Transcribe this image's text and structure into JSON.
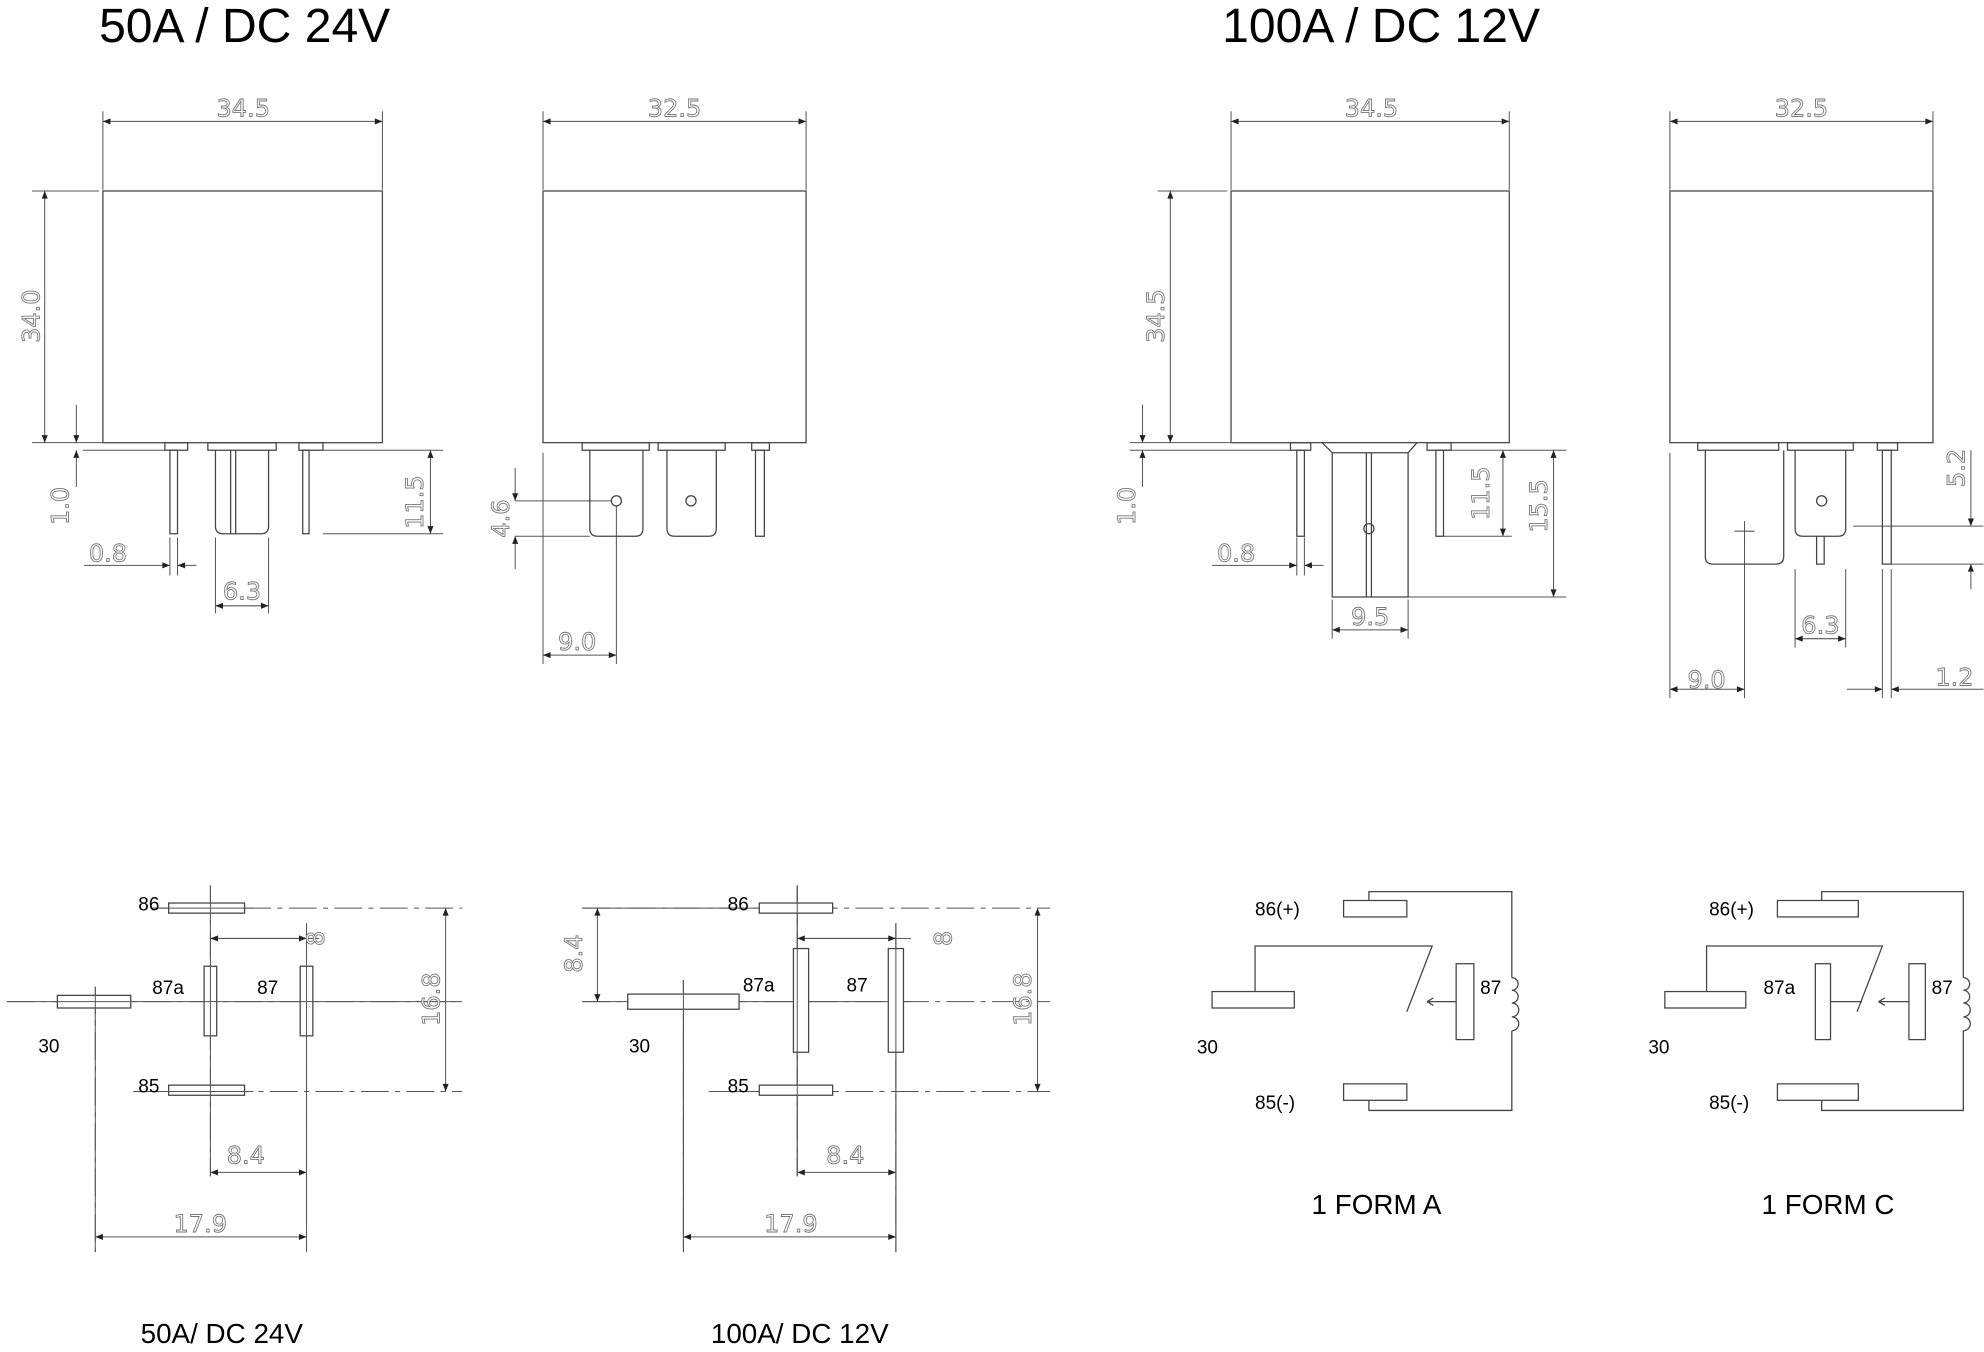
{
  "titles": {
    "left": "50A / DC 24V",
    "right": "100A / DC 12V"
  },
  "view_50a_front": {
    "width": "34.5",
    "height": "34.0",
    "gap": "1.0",
    "pin_len": "11.5",
    "pin_thin": "0.8",
    "pin_wide": "6.3"
  },
  "view_50a_side": {
    "width": "32.5",
    "hole_h": "4.6",
    "hole_x": "9.0"
  },
  "view_100a_front": {
    "width": "34.5",
    "height": "34.5",
    "gap": "1.0",
    "pin_len": "11.5",
    "pin_len_long": "15.5",
    "pin_thin": "0.8",
    "pin_wide": "9.5"
  },
  "view_100a_side": {
    "width": "32.5",
    "hole_h": "5.2",
    "pin_wide": "6.3",
    "hole_x": "9.0",
    "pin_thin": "1.2"
  },
  "footprint_50a": {
    "p86": "86",
    "p85": "85",
    "p87a": "87a",
    "p87": "87",
    "p30": "30",
    "pitch": "8",
    "height": "16.8",
    "dx": "8.4",
    "total": "17.9",
    "caption": "50A/ DC 24V"
  },
  "footprint_100a": {
    "p86": "86",
    "p85": "85",
    "p87a": "87a",
    "p87": "87",
    "p30": "30",
    "pitch": "8",
    "offset": "8.4",
    "height": "16.8",
    "dx": "8.4",
    "total": "17.9",
    "caption": "100A/ DC 12V"
  },
  "form_a": {
    "p86": "86(+)",
    "p85": "85(-)",
    "p30": "30",
    "p87": "87",
    "caption": "1 FORM A"
  },
  "form_c": {
    "p86": "86(+)",
    "p85": "85(-)",
    "p30": "30",
    "p87a": "87a",
    "p87": "87",
    "caption": "1 FORM C"
  }
}
